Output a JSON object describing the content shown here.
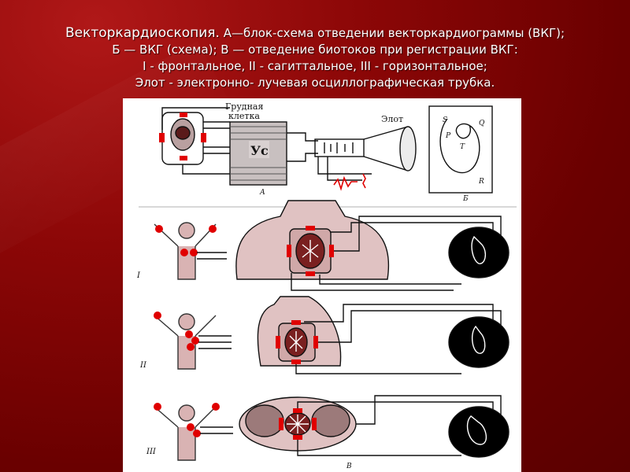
{
  "slide": {
    "title_lead": "Векторкардиоскопия.",
    "title_rest": " А—блок-схема отведении векторкардиограммы (ВКГ);",
    "title_line2": "Б — ВКГ (схема); В — отведение биотоков при регистрации ВКГ:",
    "title_line3": "I - фронтальное, II - сагиттальное, III - горизонтальное;",
    "title_line4": "Элот - электронно- лучевая осциллографическая трубка."
  },
  "figure": {
    "chest_label_1": "Грудная",
    "chest_label_2": "клетка",
    "amplifier_label": "Ус",
    "tube_label": "Элот",
    "panel_a_label": "А",
    "panel_b_label": "Б",
    "panel_v_label": "В",
    "vkg_s": "S",
    "vkg_q": "Q",
    "vkg_p": "P",
    "vkg_t": "T",
    "vkg_r": "R",
    "row1_label": "I",
    "row2_label": "II",
    "row3_label": "III"
  },
  "colors": {
    "background": "#8c0707",
    "electrode": "#e00000",
    "skin": "#d9b3b3",
    "screen": "#000000"
  }
}
